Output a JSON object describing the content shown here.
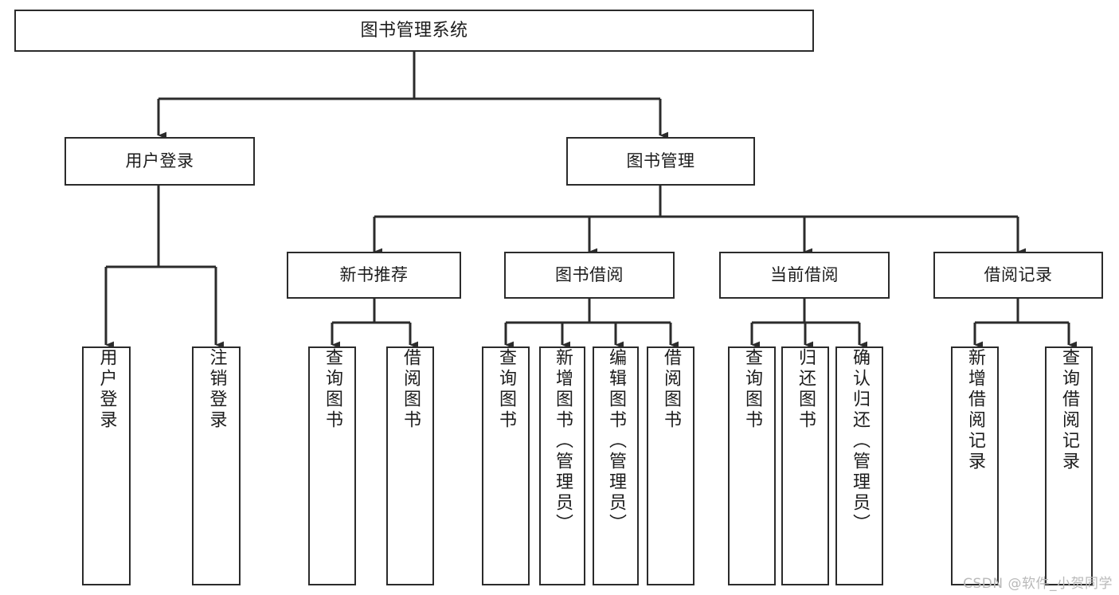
{
  "diagram": {
    "type": "tree-hierarchy-flowchart",
    "title": "图书管理系统",
    "colors": {
      "box_border": "#2b2b2b",
      "box_fill": "#ffffff",
      "connector": "#2b2b2b",
      "text": "#1c1c1c",
      "watermark": "#b9b9b9",
      "background": "#ffffff"
    },
    "root": {
      "label": "图书管理系统"
    },
    "level2": [
      {
        "label": "用户登录"
      },
      {
        "label": "图书管理"
      }
    ],
    "level3": [
      {
        "label": "新书推荐"
      },
      {
        "label": "图书借阅"
      },
      {
        "label": "当前借阅"
      },
      {
        "label": "借阅记录"
      }
    ],
    "leaves": {
      "user_login": [
        {
          "label": "用户登录"
        },
        {
          "label": "注销登录"
        }
      ],
      "new_book_recommend": [
        {
          "label": "查询图书"
        },
        {
          "label": "借阅图书"
        }
      ],
      "book_borrow": [
        {
          "label": "查询图书"
        },
        {
          "label": "新增图书（管理员）"
        },
        {
          "label": "编辑图书（管理员）"
        },
        {
          "label": "借阅图书"
        }
      ],
      "current_borrow": [
        {
          "label": "查询图书"
        },
        {
          "label": "归还图书"
        },
        {
          "label": "确认归还（管理员）"
        }
      ],
      "borrow_record": [
        {
          "label": "新增借阅记录"
        },
        {
          "label": "查询借阅记录"
        }
      ]
    }
  },
  "watermark": {
    "text": "CSDN @软件_小贺同学"
  }
}
